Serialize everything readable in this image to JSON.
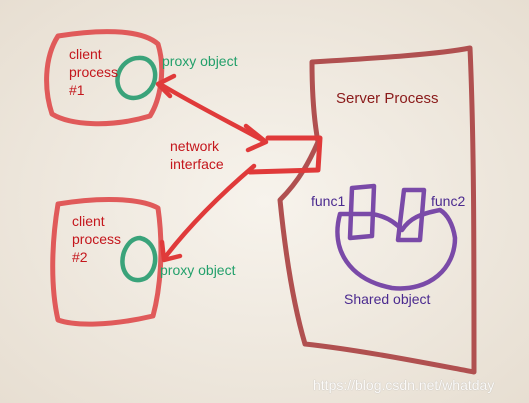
{
  "diagram": {
    "client1": {
      "line1": "client",
      "line2": "process",
      "line3": "#1"
    },
    "client2": {
      "line1": "client",
      "line2": "process",
      "line3": "#2"
    },
    "proxy1_label": "proxy object",
    "proxy2_label": "proxy object",
    "network": {
      "line1": "network",
      "line2": "interface"
    },
    "server_label": "Server Process",
    "func1_label": "func1",
    "func2_label": "func2",
    "shared_label": "Shared object"
  },
  "watermark": "https://blog.csdn.net/whatday",
  "colors": {
    "background": "#f1ebe2",
    "client_outline": "#e05a5a",
    "proxy": "#3aa37a",
    "arrow": "#e03a3a",
    "server_outline": "#b05050",
    "shared": "#7a4aa8"
  }
}
